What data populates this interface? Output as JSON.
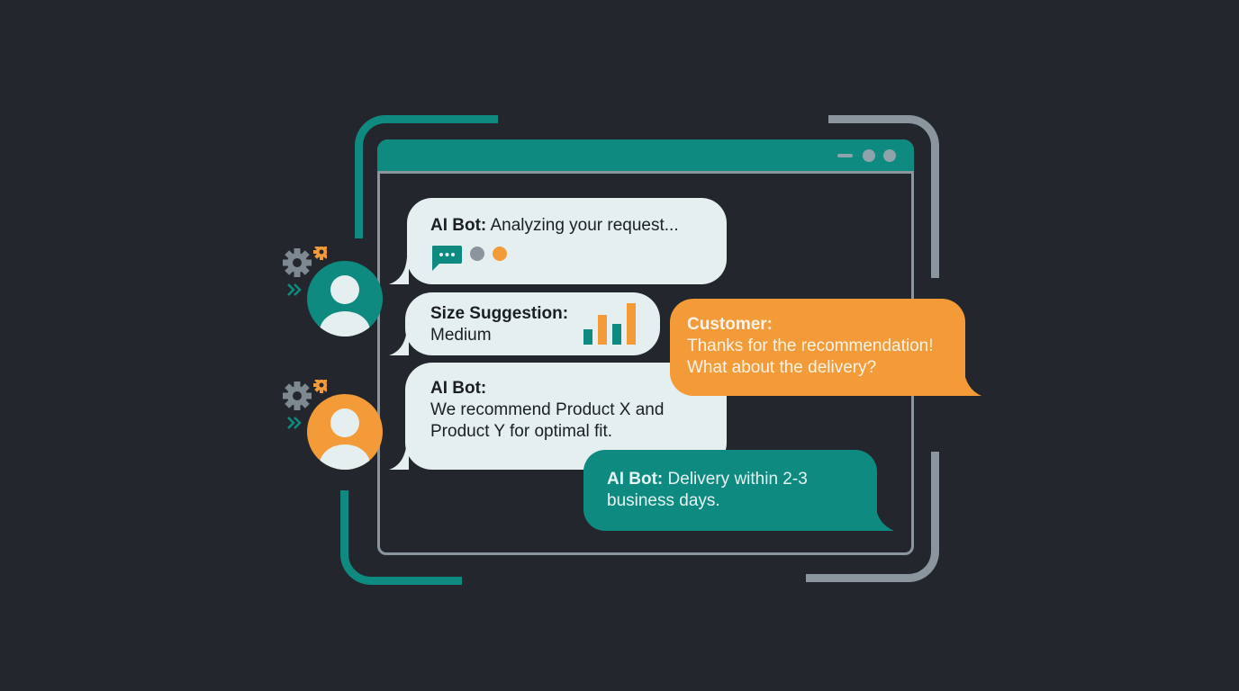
{
  "colors": {
    "background": "#23272d",
    "teal": "#0e8a80",
    "orange": "#f29b38",
    "gray": "#8a959e",
    "bubble_light": "#e6eff0"
  },
  "window": {
    "controls": [
      "minimize-dash",
      "dot",
      "dot"
    ]
  },
  "messages": [
    {
      "sender": "AI Bot:",
      "text": "Analyzing your request...",
      "style": "light",
      "indicators": [
        "chat-typing-icon",
        "gray-dot",
        "orange-dot"
      ]
    },
    {
      "sender": "Size Suggestion:",
      "text": "Medium",
      "style": "light",
      "icon": "bar-chart-icon"
    },
    {
      "sender": "AI Bot:",
      "text_lines": [
        "We recommend Product X and",
        "Product Y for optimal fit."
      ],
      "style": "light"
    },
    {
      "sender": "Customer:",
      "text_lines": [
        "Thanks for the recommendation!",
        "What about the delivery?"
      ],
      "style": "orange"
    },
    {
      "sender": "AI Bot:",
      "text": "Delivery within 2-3",
      "text2": "business days.",
      "style": "teal"
    }
  ],
  "avatars": [
    {
      "role": "bot",
      "color": "#0e8a80"
    },
    {
      "role": "customer",
      "color": "#f29b38"
    }
  ]
}
